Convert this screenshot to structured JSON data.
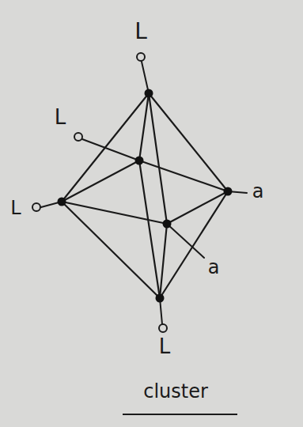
{
  "diagram": {
    "caption": "cluster",
    "labels": [
      "L",
      "L",
      "L",
      "a",
      "a",
      "L"
    ]
  }
}
